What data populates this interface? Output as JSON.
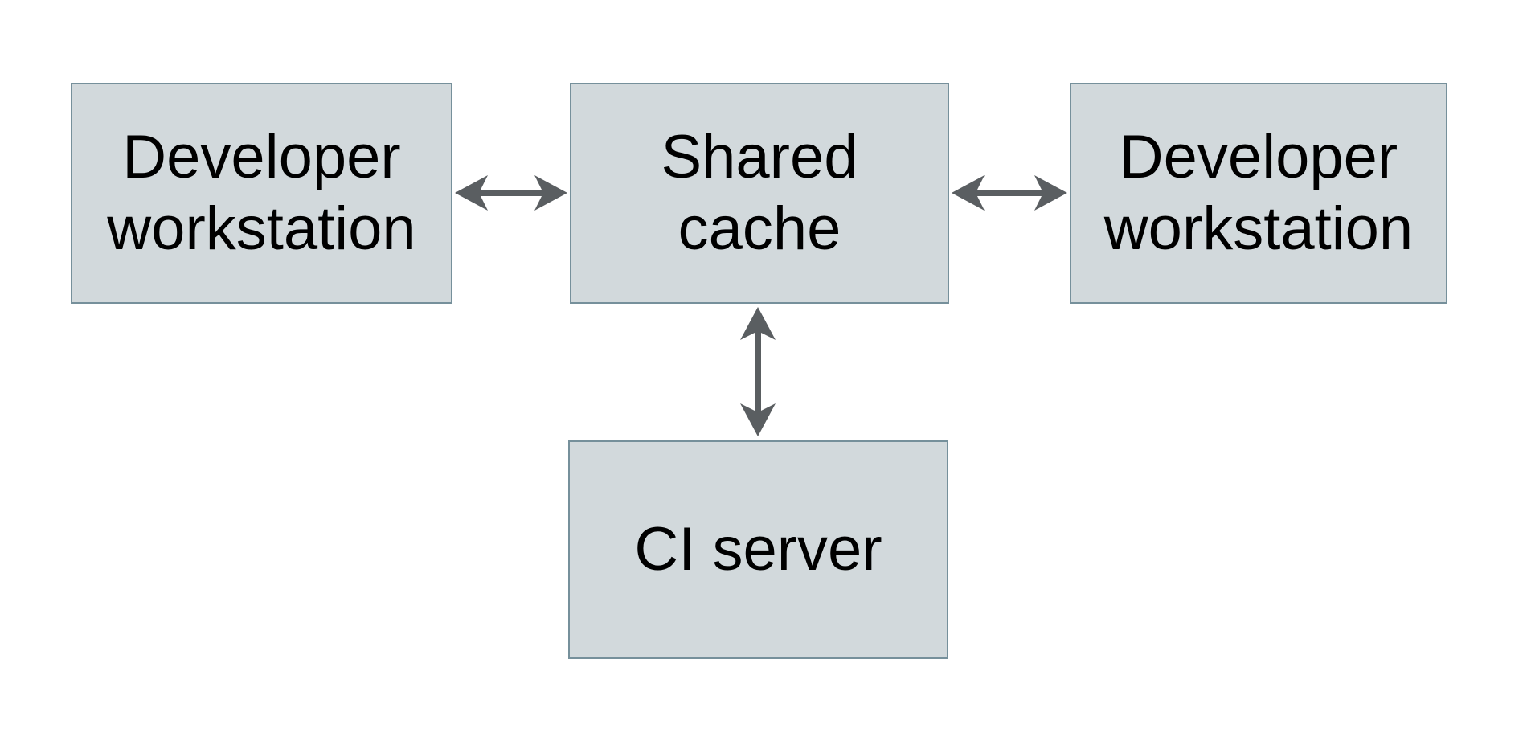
{
  "colors": {
    "page_bg": "#ffffff",
    "box_fill": "#d2d9dc",
    "box_border": "#76909b",
    "arrow_color": "#5a5e61",
    "text_color": "#000000"
  },
  "nodes": {
    "dev_left": {
      "line1": "Developer",
      "line2": "workstation"
    },
    "cache": {
      "line1": "Shared",
      "line2": "cache"
    },
    "dev_right": {
      "line1": "Developer",
      "line2": "workstation"
    },
    "ci": {
      "line1": "CI server",
      "line2": ""
    }
  },
  "edges": [
    {
      "from": "Developer workstation (left)",
      "to": "Shared cache",
      "bidirectional": true
    },
    {
      "from": "Developer workstation (right)",
      "to": "Shared cache",
      "bidirectional": true
    },
    {
      "from": "Shared cache",
      "to": "CI server",
      "bidirectional": true
    }
  ]
}
